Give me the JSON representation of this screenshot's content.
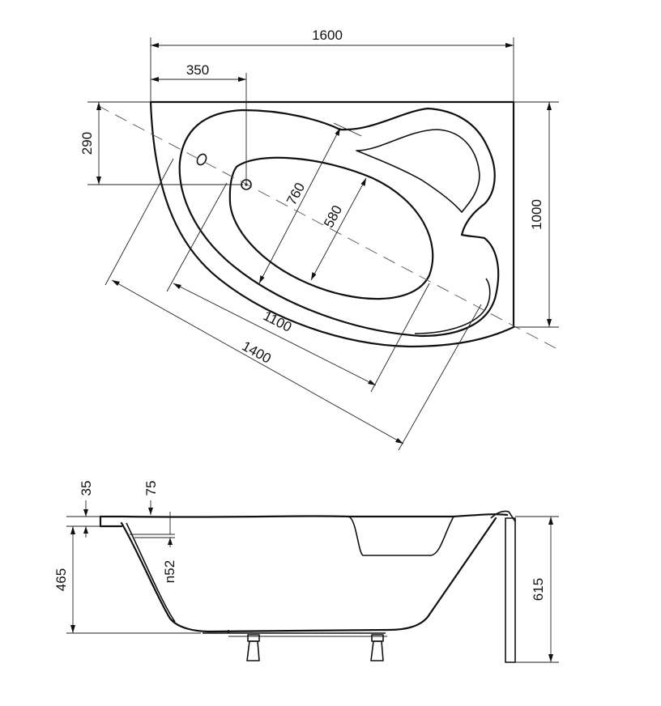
{
  "top_view": {
    "dimensions": {
      "width": "1600",
      "offset": "350",
      "offset_vertical": "290",
      "depth": "1000",
      "inner_width": "760",
      "inner_narrow": "580",
      "inner_length": "1100",
      "outer_length": "1400"
    }
  },
  "side_view": {
    "dimensions": {
      "rim": "35",
      "lip": "75",
      "radius": "n52",
      "inner_height": "465",
      "total_height": "615"
    }
  },
  "colors": {
    "line": "#111111",
    "background": "#ffffff"
  }
}
